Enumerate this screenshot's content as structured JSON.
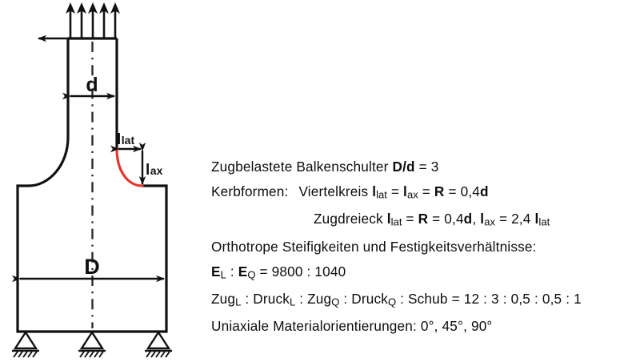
{
  "figure": {
    "title": "tension-loaded beam shoulder cross-section diagram",
    "colors": {
      "outline": "#111111",
      "notch_highlight": "#e4352b",
      "centerline": "#2b2b2b",
      "background": "#ffffff",
      "text": "#0d0d0d"
    },
    "labels": {
      "small_diameter": "d",
      "large_diameter": "D",
      "lateral_notch_symbol": "l",
      "lateral_notch_sub": "lat",
      "axial_notch_symbol": "l",
      "axial_notch_sub": "ax"
    },
    "load_arrows": {
      "name": "tensile-load-arrows",
      "count": 5,
      "direction": "up"
    },
    "supports": {
      "name": "pinned-supports",
      "count": 3,
      "type": "triangle-with-hatched-ground"
    },
    "centerline": {
      "name": "axis-centerline",
      "style": "dash-dot"
    }
  },
  "text_block": {
    "lines": [
      {
        "id": "line-shoulder-ratio",
        "name": "text-line-shoulder-ratio",
        "indented": false,
        "plain": "Zugbelastete Balkenschulter D/d = 3",
        "segments": [
          {
            "t": "Zugbelastete Balkenschulter ",
            "style": "normal"
          },
          {
            "t": "D/d",
            "style": "bold"
          },
          {
            "t": " = 3",
            "style": "normal"
          }
        ]
      },
      {
        "id": "line-notch-forms-quarter-circle",
        "name": "text-line-notch-forms-quarter-circle",
        "indented": false,
        "plain": "Kerbformen:   Viertelkreis llat = lax = R = 0,4d",
        "segments": [
          {
            "t": "Kerbformen:",
            "style": "normal"
          },
          {
            "t": "   ",
            "style": "gap-md"
          },
          {
            "t": "Viertelkreis ",
            "style": "normal"
          },
          {
            "t": "l",
            "style": "bold"
          },
          {
            "t": "lat",
            "style": "sub"
          },
          {
            "t": " = ",
            "style": "normal"
          },
          {
            "t": "l",
            "style": "bold"
          },
          {
            "t": "ax",
            "style": "sub"
          },
          {
            "t": " = ",
            "style": "normal"
          },
          {
            "t": "R",
            "style": "bold"
          },
          {
            "t": " = 0,4",
            "style": "normal"
          },
          {
            "t": "d",
            "style": "bold"
          }
        ]
      },
      {
        "id": "line-notch-forms-tension-triangle",
        "name": "text-line-notch-forms-tension-triangle",
        "indented": true,
        "plain": "Zugdreieck llat = R = 0,4d, lax = 2,4 llat",
        "segments": [
          {
            "t": "Zugdreieck ",
            "style": "normal"
          },
          {
            "t": "l",
            "style": "bold"
          },
          {
            "t": "lat",
            "style": "sub"
          },
          {
            "t": " = ",
            "style": "normal"
          },
          {
            "t": "R",
            "style": "bold"
          },
          {
            "t": " = 0,4",
            "style": "normal"
          },
          {
            "t": "d",
            "style": "bold"
          },
          {
            "t": ", ",
            "style": "normal"
          },
          {
            "t": "l",
            "style": "bold"
          },
          {
            "t": "ax",
            "style": "sub"
          },
          {
            "t": " = 2,4 ",
            "style": "normal"
          },
          {
            "t": "l",
            "style": "bold"
          },
          {
            "t": "lat",
            "style": "sub"
          }
        ]
      },
      {
        "id": "line-orthotropic-heading",
        "name": "text-line-orthotropic-heading",
        "indented": false,
        "plain": "Orthotrope Steifigkeiten und Festigkeitsverhältnisse:",
        "segments": [
          {
            "t": "Orthotrope Steifigkeiten und Festigkeitsverhältnisse:",
            "style": "normal"
          }
        ]
      },
      {
        "id": "line-stiffness-ratio",
        "name": "text-line-stiffness-ratio",
        "indented": false,
        "plain": "EL : EQ = 9800 : 1040",
        "segments": [
          {
            "t": "E",
            "style": "bold"
          },
          {
            "t": "L",
            "style": "sub"
          },
          {
            "t": " : ",
            "style": "normal"
          },
          {
            "t": "E",
            "style": "bold"
          },
          {
            "t": "Q",
            "style": "sub"
          },
          {
            "t": " = 9800 : 1040",
            "style": "normal"
          }
        ]
      },
      {
        "id": "line-strength-ratio",
        "name": "text-line-strength-ratio",
        "indented": false,
        "plain": "ZugL : DruckL : ZugQ : DruckQ : Schub = 12 : 3 : 0,5 : 0,5 : 1",
        "segments": [
          {
            "t": "Zug",
            "style": "normal"
          },
          {
            "t": "L",
            "style": "sub"
          },
          {
            "t": " : Druck",
            "style": "normal"
          },
          {
            "t": "L",
            "style": "sub"
          },
          {
            "t": " : Zug",
            "style": "normal"
          },
          {
            "t": "Q",
            "style": "sub"
          },
          {
            "t": " : Druck",
            "style": "normal"
          },
          {
            "t": "Q",
            "style": "sub"
          },
          {
            "t": " : Schub = 12 : 3 : 0,5 : 0,5 : 1",
            "style": "normal"
          }
        ]
      },
      {
        "id": "line-material-orientations",
        "name": "text-line-material-orientations",
        "indented": false,
        "plain": "Uniaxiale Materialorientierungen: 0°, 45°, 90°",
        "segments": [
          {
            "t": "Uniaxiale Materialorientierungen: 0°, 45°, 90°",
            "style": "normal"
          }
        ]
      }
    ]
  }
}
